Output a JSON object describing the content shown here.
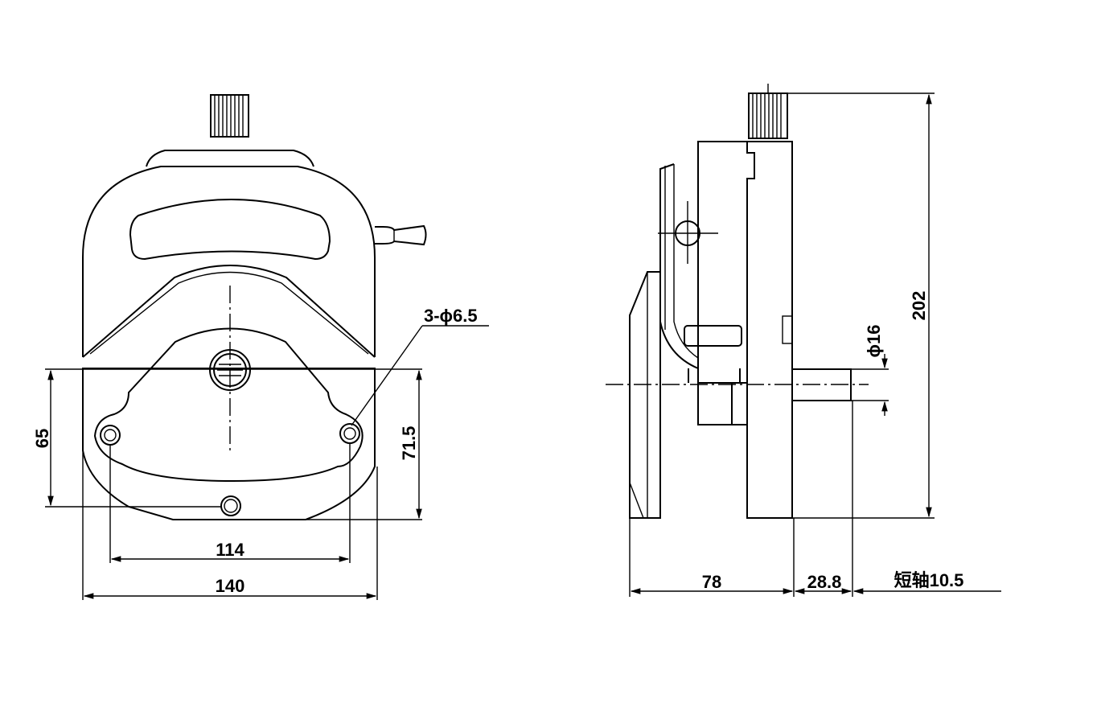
{
  "drawing": {
    "front_view": {
      "dimensions": {
        "mount_holes": "3-ϕ6.5",
        "height_inner": "65",
        "height_outer": "71.5",
        "hole_spacing": "114",
        "width": "140"
      }
    },
    "side_view": {
      "dimensions": {
        "total_height": "202",
        "shaft_diameter": "ϕ16",
        "body_depth": "78",
        "shaft_length": "28.8",
        "short_shaft": "短轴10.5"
      }
    }
  }
}
